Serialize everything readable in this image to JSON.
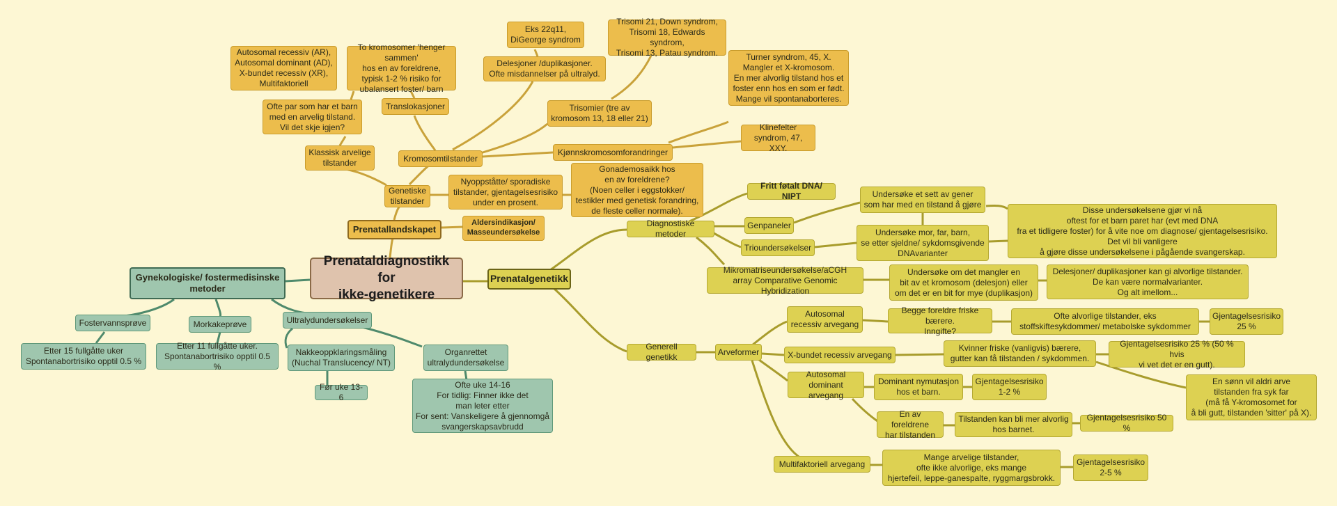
{
  "center": "Prenataldiagnostikk for\nikke-genetikere",
  "landskap": "Prenatallandskapet",
  "aldersindikasjon": "Aldersindikasjon/\nMasseundersøkelse",
  "genetiske": "Genetiske\ntilstander",
  "klassisk": "Klassisk arvelige\ntilstander",
  "ofte_par": "Ofte par som har et barn\nmed en arvelig tilstand.\nVil det skje igjen?",
  "autosomal_list": "Autosomal recessiv (AR),\nAutosomal dominant (AD),\nX-bundet recessiv (XR),\nMultifaktoriell",
  "kromosom": "Kromosomtilstander",
  "translokasjoner": "Translokasjoner",
  "to_kromosomer": "To kromosomer 'henger sammen'\nhos en av foreldrene,\ntypisk 1-2 % risiko for\nubalansert foster/ barn",
  "delesjoner": "Delesjoner /duplikasjoner.\nOfte misdannelser på ultralyd.",
  "eks22": "Eks 22q11,\nDiGeorge syndrom",
  "trisomier": "Trisomier (tre av\nkromosom 13, 18 eller 21)",
  "trisomi_list": "Trisomi 21, Down syndrom,\nTrisomi 18, Edwards syndrom,\nTrisomi 13, Patau syndrom.",
  "kjonn": "Kjønnskromosomforandringer",
  "turner": "Turner syndrom, 45, X.\nMangler et X-kromosom.\nEn mer alvorlig tilstand hos et\nfoster enn hos en som er født.\nMange vil spontanaborteres.",
  "klinefelter": "Klinefelter\nsyndrom, 47, XXY.",
  "nyoppstatte": "Nyoppståtte/ sporadiske\ntilstander, gjentagelsesrisiko\nunder en prosent.",
  "gonade": "Gonademosaikk hos\nen av foreldrene?\n(Noen celler i eggstokker/\ntestikler med genetisk forandring,\nde fleste celler normale).",
  "prenatalgenetikk": "Prenatalgenetikk",
  "diagnostiske": "Diagnostiske metoder",
  "fritt": "Fritt føtalt DNA/ NIPT",
  "genpaneler": "Genpaneler",
  "undersoke_gener": "Undersøke et sett av gener\nsom har med en tilstand å gjøre",
  "trio": "Trioundersøkelser",
  "undersoke_mor": "Undersøke mor, far, barn,\nse etter sjeldne/ sykdomsgivende\nDNAvarianter",
  "disse": "Disse undersøkelsene gjør vi nå\noftest for et barn paret har (evt med DNA\nfra et tidligere foster) for å vite noe om diagnose/  gjentagelsesrisiko.\nDet vil bli vanligere\nå gjøre disse undersøkelsene i pågående svangerskap.",
  "mikro": "Mikromatriseundersøkelse/aCGH\narray Comparative Genomic Hybridization",
  "undersoke_om": "Undersøke om det mangler en\nbit av et kromosom (delesjon) eller\nom det er en bit for mye (duplikasjon)",
  "delesjoner_dup": "Delesjoner/ duplikasjoner kan gi alvorlige tilstander.\nDe kan være normalvarianter.\nOg alt imellom...",
  "generell": "Generell genetikk",
  "arveformer": "Arveformer",
  "ar": "Autosomal\nrecessiv arvegang",
  "begge": "Begge foreldre friske bærere.\nInngifte?",
  "ofte_alvorlige": "Ofte alvorlige tilstander, eks\nstoffskiftesykdommer/ metabolske sykdommer",
  "gj25": "Gjentagelsesrisiko\n25 %",
  "xr": "X-bundet recessiv arvegang",
  "kvinner": "Kvinner friske (vanligvis) bærere,\ngutter kan få tilstanden / sykdommen.",
  "gj25x": "Gjentagelsesrisiko 25 % (50 % hvis\nvi vet det er en gutt).",
  "sonn": "En sønn vil aldri arve\ntilstanden fra syk far\n(må få Y-kromosomet for\nå bli gutt, tilstanden 'sitter' på X).",
  "ad": "Autosomal\ndominant arvegang",
  "dominant": "Dominant nymutasjon\nhos et barn.",
  "gj12": "Gjentagelsesrisiko\n1-2 %",
  "en_av": "En av foreldrene\nhar tilstanden",
  "tilstanden": "Tilstanden kan bli mer alvorlig\nhos barnet.",
  "gj50": "Gjentagelsesrisiko 50 %",
  "multi": "Multifaktoriell arvegang",
  "mange": "Mange arvelige tilstander,\nofte ikke alvorlige, eks mange\nhjertefeil, leppe-ganespalte, ryggmargsbrokk.",
  "gj25_5": "Gjentagelsesrisiko\n2-5 %",
  "gyn": "Gynekologiske/ fostermedisinske\nmetoder",
  "foster": "Fostervannsprøve",
  "etter15": "Etter 15 fullgåtte uker\nSpontanabortrisiko opptil  0.5 %",
  "morka": "Morkakeprøve",
  "etter11": "Etter 11 fullgåtte uker.\nSpontanabortrisiko opptil 0.5 %",
  "ultralyd": "Ultralydundersøkelser",
  "nakke": "Nakkeoppklaringsmåling\n(Nuchal Translucency/ NT)",
  "for_uke": "Før uke 13-6",
  "organ": "Organrettet\nultralydundersøkelse",
  "ofte_uke": "Ofte uke 14-16\nFor tidlig: Finner ikke det\nman leter etter\nFor sent: Vanskeligere å gjennomgå\nsvangerskapsavbrudd",
  "colors": {
    "orange_link": "#c9a23a",
    "yellow_link": "#a89c2c",
    "green_link": "#4f8a6c"
  }
}
